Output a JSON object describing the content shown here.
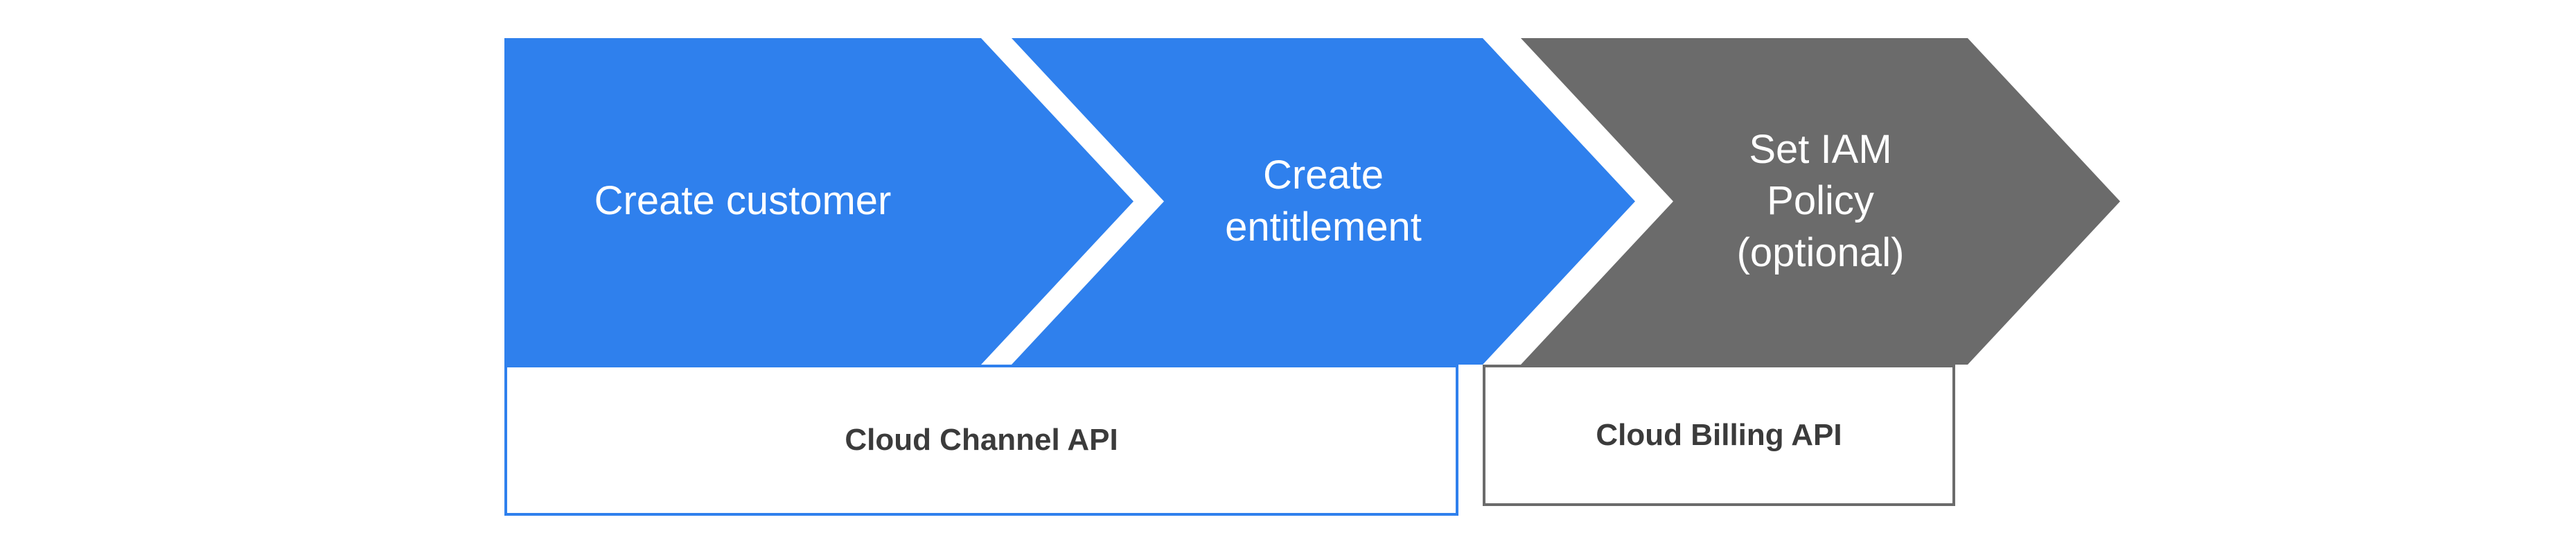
{
  "diagram": {
    "steps": [
      {
        "label": "Create customer",
        "color": "#2F80ED",
        "text_color": "#FFFFFF"
      },
      {
        "label": "Create\nentitlement",
        "color": "#2F80ED",
        "text_color": "#FFFFFF"
      },
      {
        "label": "Set IAM\nPolicy\n(optional)",
        "color": "#6B6B6B",
        "text_color": "#FFFFFF"
      }
    ],
    "api_boxes": [
      {
        "label": "Cloud Channel API",
        "border_color": "#2F80ED",
        "text_color": "#3B3B3B"
      },
      {
        "label": "Cloud Billing API",
        "border_color": "#6B6B6B",
        "text_color": "#3B3B3B"
      }
    ]
  },
  "colors": {
    "background": "#FFFFFF",
    "accent_blue": "#2F80ED",
    "accent_gray": "#6B6B6B"
  }
}
